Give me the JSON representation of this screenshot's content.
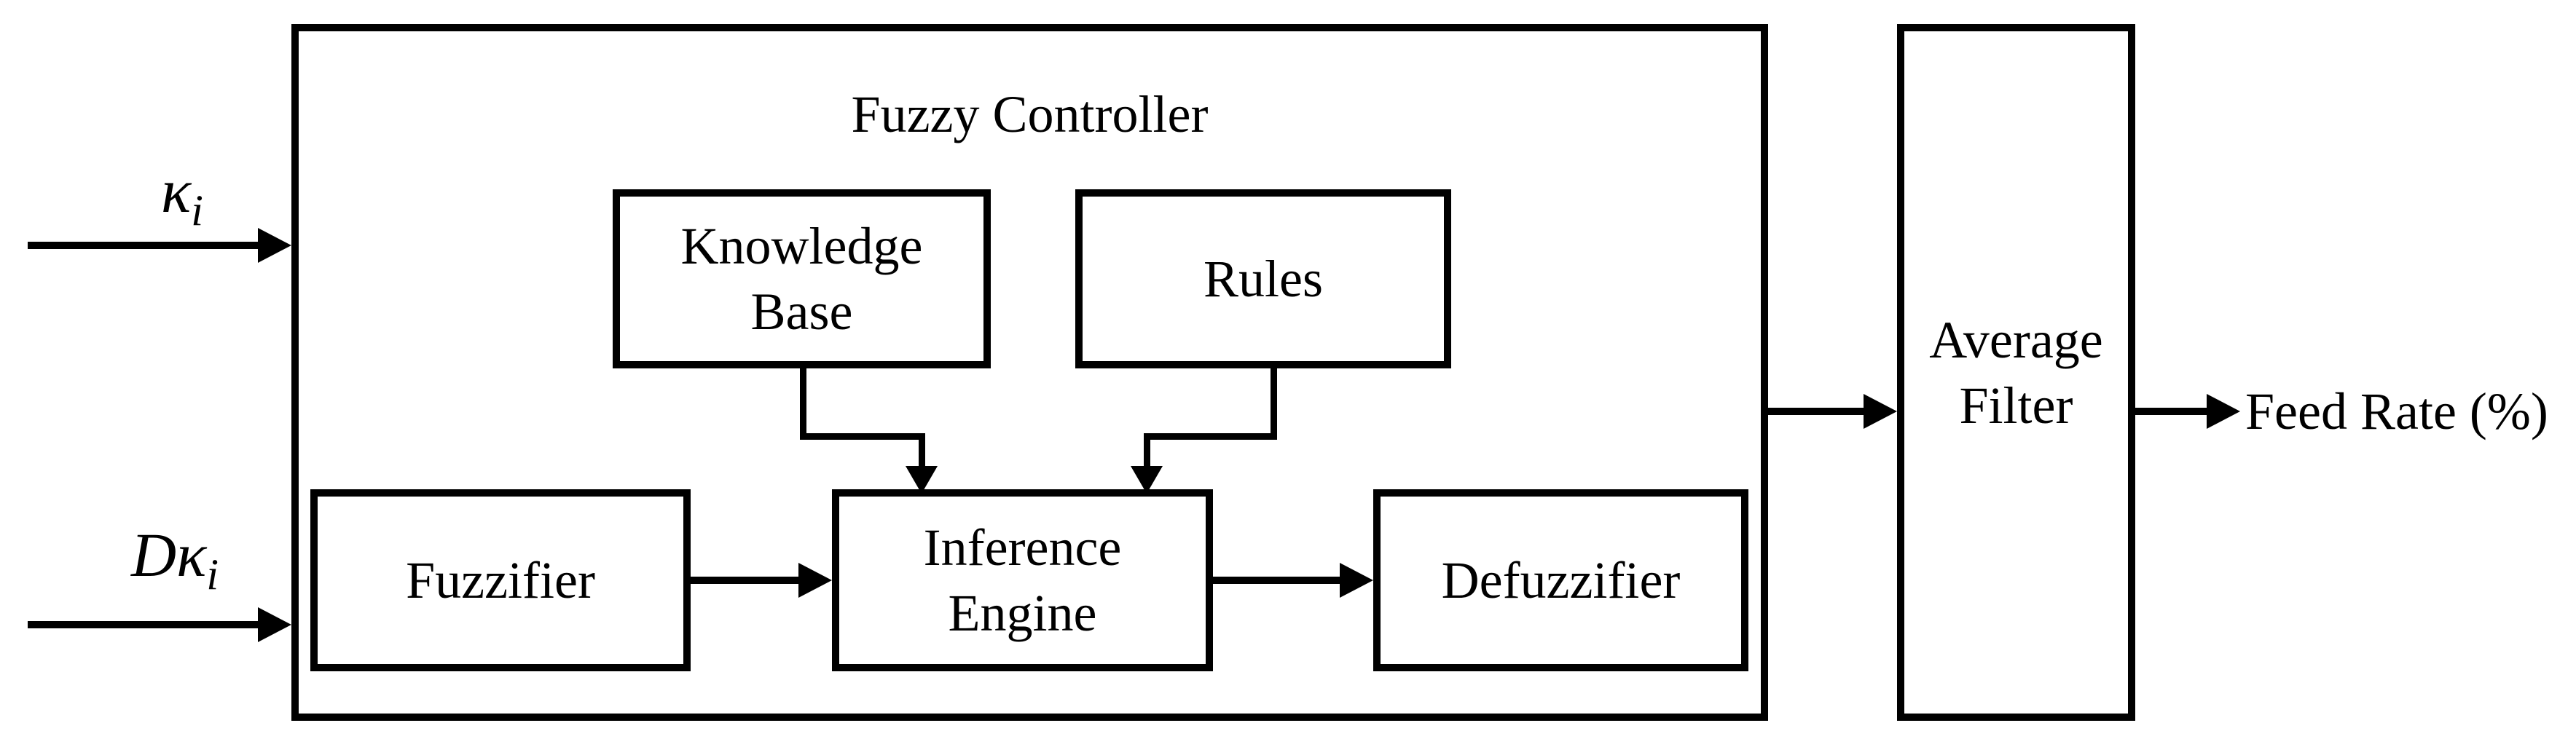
{
  "title": "Fuzzy Controller",
  "inputs": {
    "kappa": {
      "symbol": "κ",
      "subscript": "i"
    },
    "dkappa": {
      "prefix": "D",
      "symbol": "κ",
      "subscript": "i"
    }
  },
  "blocks": {
    "knowledge_base": {
      "line1": "Knowledge",
      "line2": "Base"
    },
    "rules": {
      "label": "Rules"
    },
    "fuzzifier": {
      "label": "Fuzzifier"
    },
    "inference_engine": {
      "line1": "Inference",
      "line2": "Engine"
    },
    "defuzzifier": {
      "label": "Defuzzifier"
    },
    "average_filter": {
      "line1": "Average",
      "line2": "Filter"
    }
  },
  "output": {
    "label": "Feed Rate (%)"
  },
  "colors": {
    "line": "#000000",
    "background": "#ffffff"
  }
}
